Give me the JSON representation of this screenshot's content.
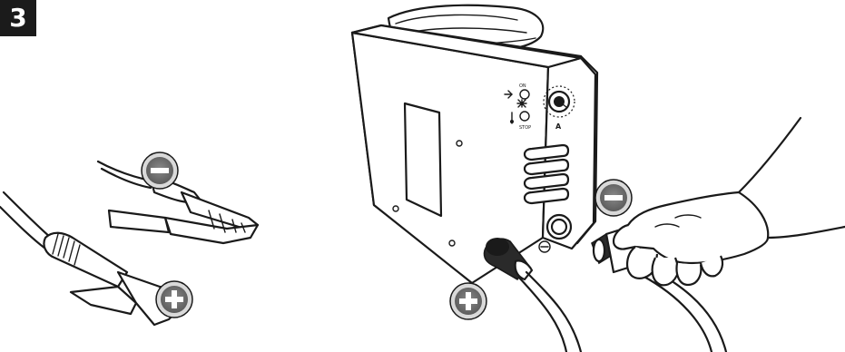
{
  "step": {
    "number": "3"
  },
  "welder_panel": {
    "on_label": "ON",
    "stop_label": "STOP",
    "amp_label": "A"
  },
  "polarity": {
    "negative_symbol": "−",
    "positive_symbol": "+"
  },
  "colors": {
    "ink": "#1a1a1a",
    "badge_background": "#1b1b1b",
    "polarity_badge_fill": "#6e6e6e",
    "polarity_badge_ring": "#d9d9d9"
  },
  "icons": [
    "ground-clamp-icon",
    "electrode-holder-icon",
    "welder-unit-icon",
    "negative-polarity-icon",
    "positive-polarity-icon",
    "hand-icon",
    "dinse-plug-icon"
  ]
}
